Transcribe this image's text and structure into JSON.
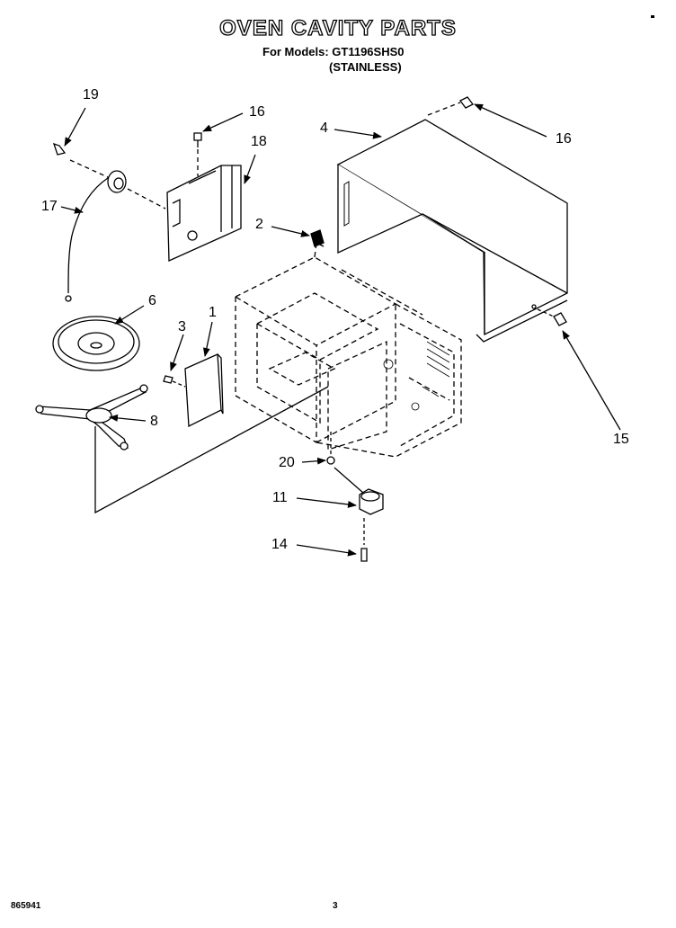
{
  "header": {
    "title": "OVEN CAVITY PARTS",
    "models_line": "For Models: GT1196SHS0",
    "variant": "(STAINLESS)"
  },
  "footer": {
    "document_number": "865941",
    "page_number": "3"
  },
  "callouts": {
    "c19": "19",
    "c16a": "16",
    "c18": "18",
    "c4": "4",
    "c16b": "16",
    "c17": "17",
    "c2": "2",
    "c6": "6",
    "c3": "3",
    "c1": "1",
    "c8": "8",
    "c15": "15",
    "c20": "20",
    "c11": "11",
    "c14": "14"
  }
}
